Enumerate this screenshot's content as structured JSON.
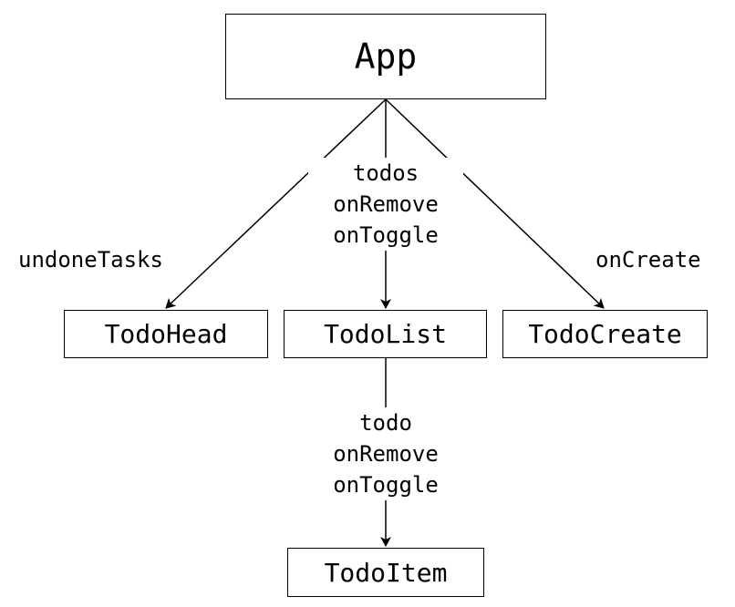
{
  "nodes": {
    "app": "App",
    "todohead": "TodoHead",
    "todolist": "TodoList",
    "todocreate": "TodoCreate",
    "todoitem": "TodoItem"
  },
  "edges": {
    "app_to_todohead": [
      "undoneTasks"
    ],
    "app_to_todolist": [
      "todos",
      "onRemove",
      "onToggle"
    ],
    "app_to_todocreate": [
      "onCreate"
    ],
    "todolist_to_todoitem": [
      "todo",
      "onRemove",
      "onToggle"
    ]
  },
  "colors": {
    "stroke": "#000000",
    "background": "#ffffff"
  }
}
